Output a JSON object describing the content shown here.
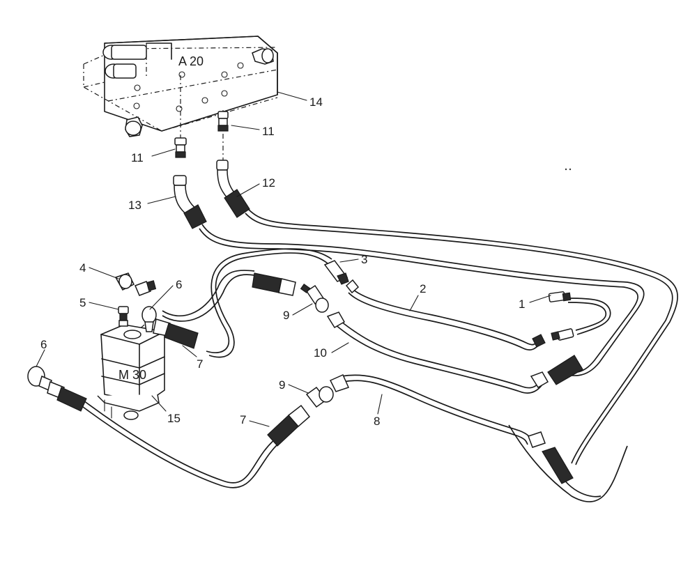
{
  "block_labels": {
    "valve": "A 20",
    "motor": "M 30"
  },
  "callouts": [
    {
      "id": "c14",
      "text": "14"
    },
    {
      "id": "c11a",
      "text": "11"
    },
    {
      "id": "c11b",
      "text": "11"
    },
    {
      "id": "c12",
      "text": "12"
    },
    {
      "id": "c13",
      "text": "13"
    },
    {
      "id": "c3",
      "text": "3"
    },
    {
      "id": "c4",
      "text": "4"
    },
    {
      "id": "c6a",
      "text": "6"
    },
    {
      "id": "c5",
      "text": "5"
    },
    {
      "id": "c2",
      "text": "2"
    },
    {
      "id": "c1",
      "text": "1"
    },
    {
      "id": "c9a",
      "text": "9"
    },
    {
      "id": "c10",
      "text": "10"
    },
    {
      "id": "c6b",
      "text": "6"
    },
    {
      "id": "c7a",
      "text": "7"
    },
    {
      "id": "c15",
      "text": "15"
    },
    {
      "id": "c9b",
      "text": "9"
    },
    {
      "id": "c8",
      "text": "8"
    },
    {
      "id": "c7b",
      "text": "7"
    }
  ]
}
